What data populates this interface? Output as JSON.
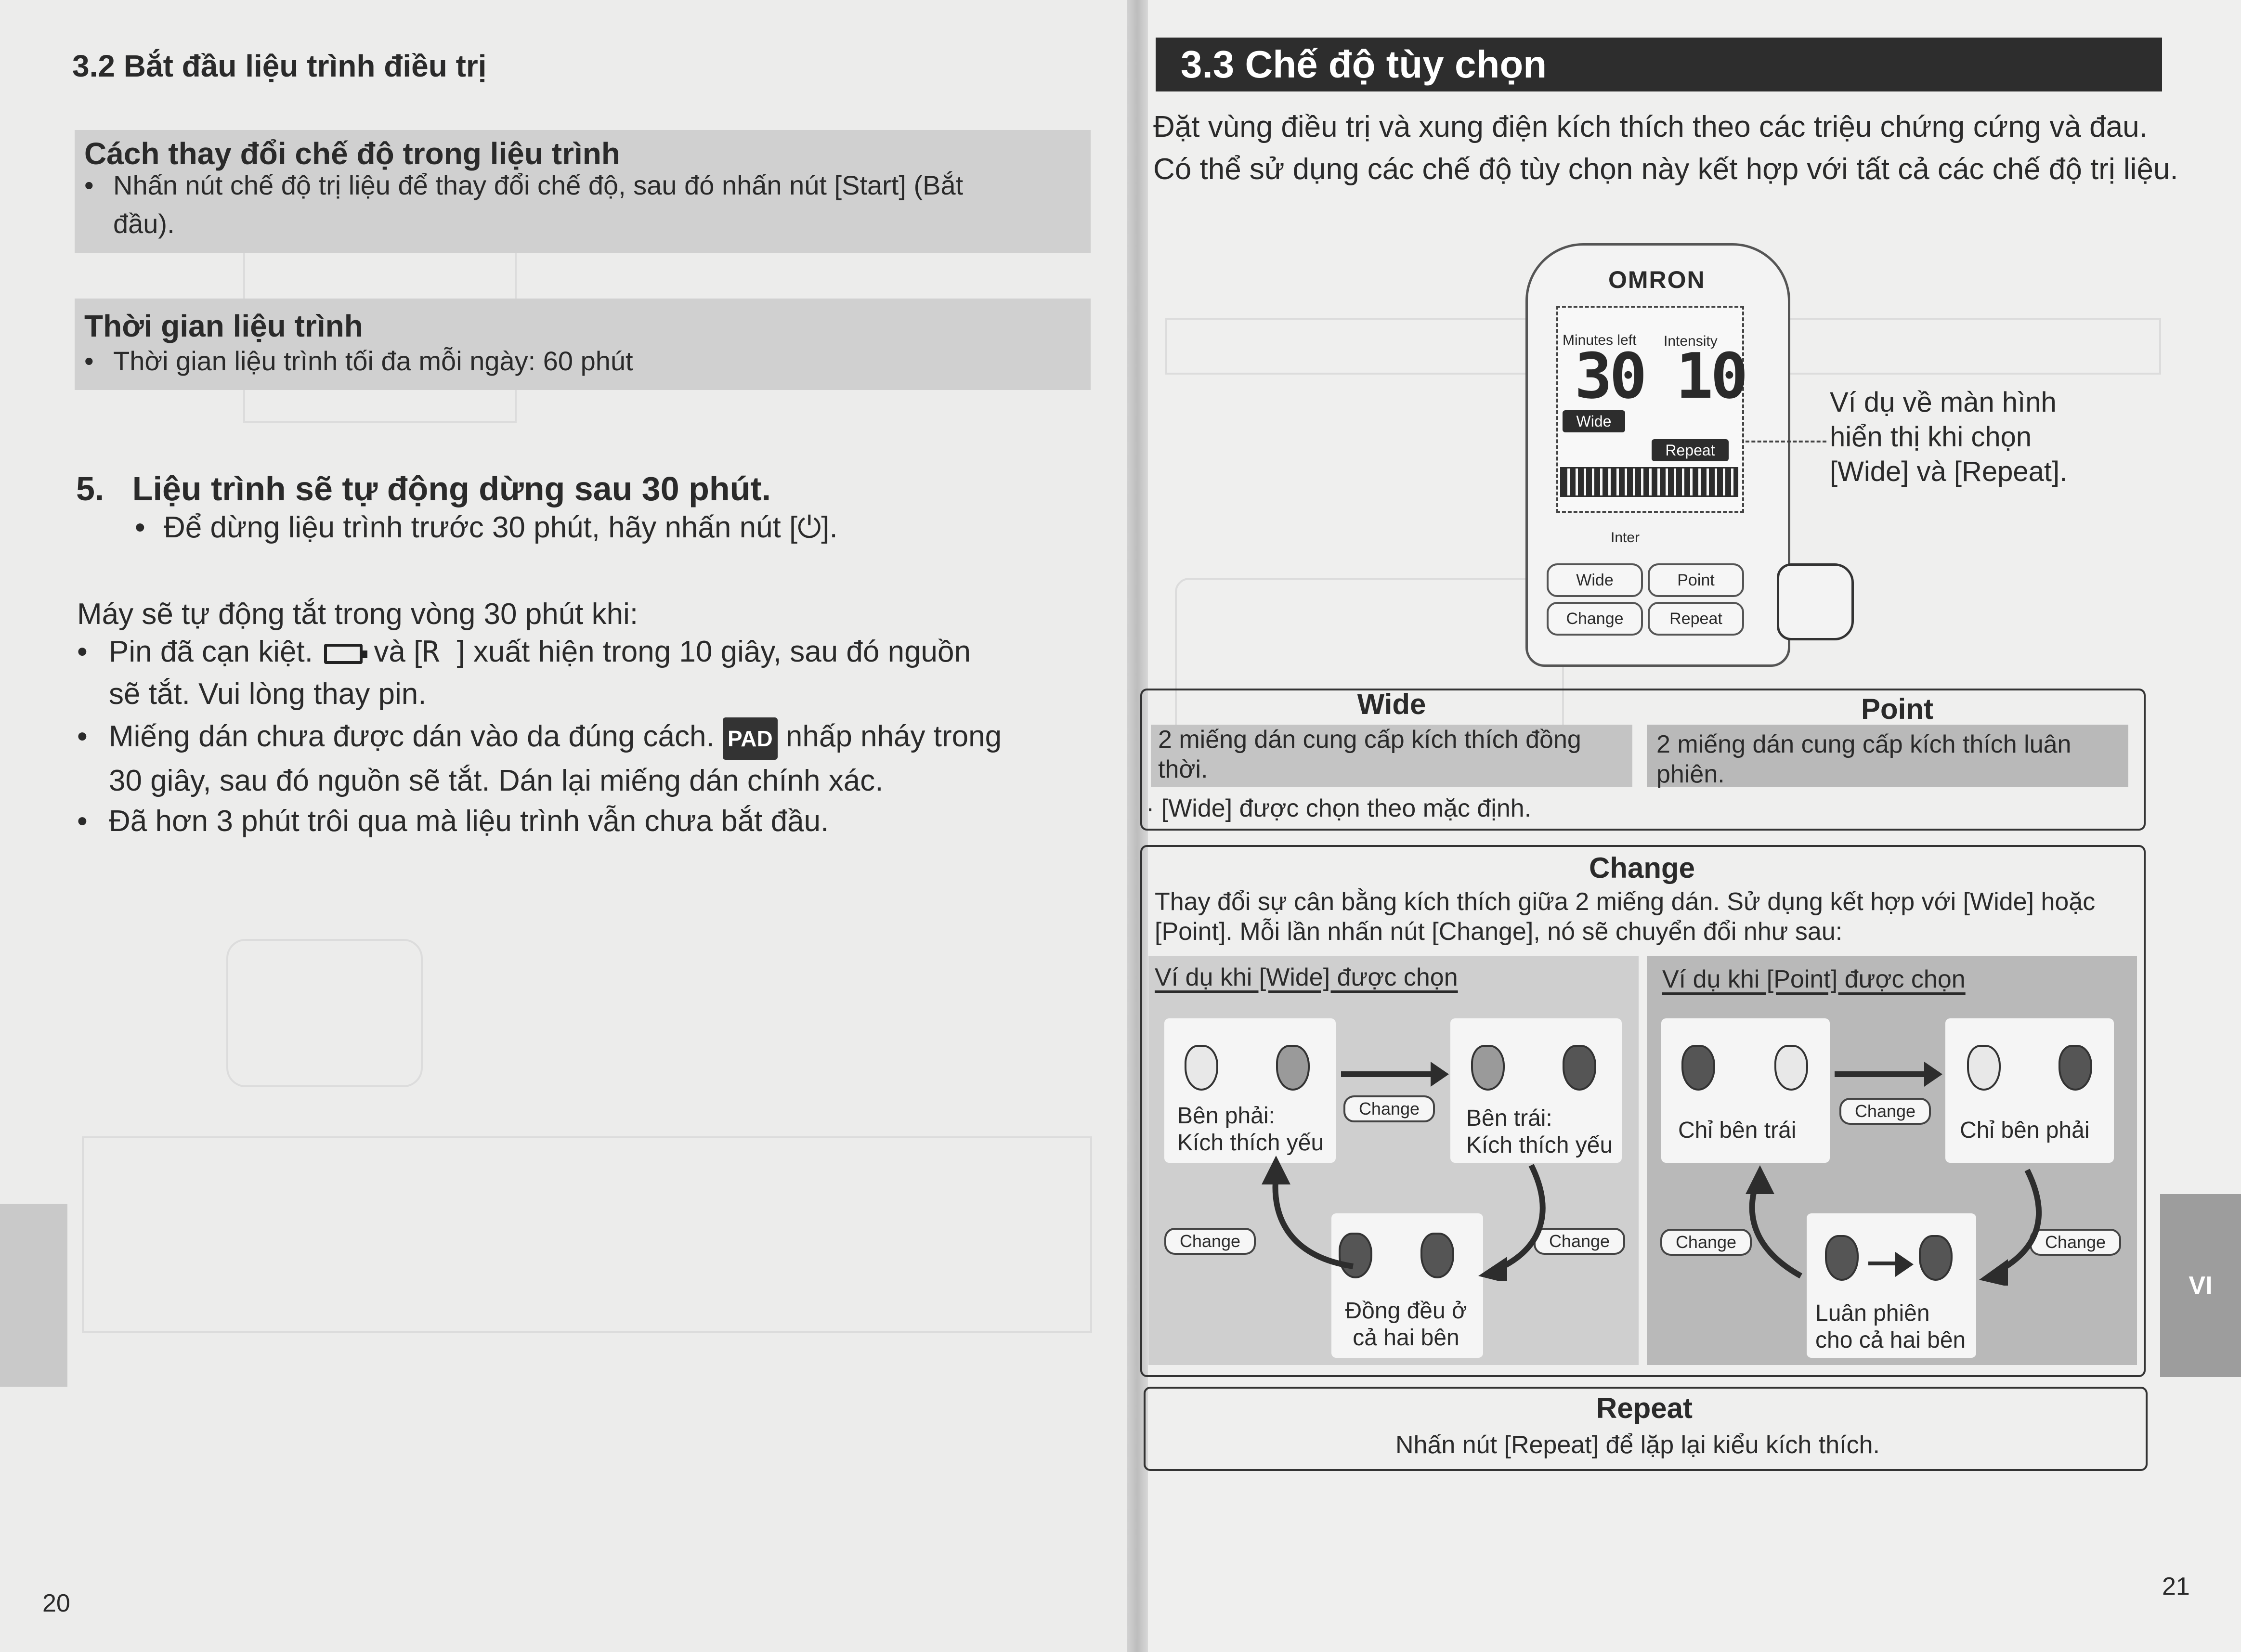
{
  "left": {
    "section_title": "3.2 Bắt đầu liệu trình điều trị",
    "box1": {
      "title": "Cách thay đổi chế độ trong liệu trình",
      "bullet": "Nhấn nút chế độ trị liệu để thay đổi chế độ, sau đó nhấn nút [Start] (Bắt",
      "bullet_cont": "đầu)."
    },
    "box2": {
      "title": "Thời gian liệu trình",
      "bullet": "Thời gian liệu trình tối đa mỗi ngày: 60 phút"
    },
    "step5": {
      "number": "5.",
      "title": "Liệu trình sẽ tự động dừng sau 30 phút.",
      "bullet": "Để dừng liệu trình trước 30 phút, hãy nhấn nút [⏻]."
    },
    "auto_off_intro": "Máy sẽ tự động tắt trong vòng 30 phút khi:",
    "item1": {
      "pre": "Pin đã cạn kiệt.",
      "mid": "và [",
      "lcd": "R   ",
      "post": "] xuất hiện trong 10 giây, sau đó nguồn",
      "cont": "sẽ tắt. Vui lòng thay pin."
    },
    "item2": {
      "pre": "Miếng dán chưa được dán vào da đúng cách.",
      "badge": "PAD",
      "post": "nhấp nháy trong",
      "cont": "30 giây, sau đó nguồn sẽ tắt. Dán lại miếng dán chính xác."
    },
    "item3": "Đã hơn 3 phút trôi qua mà liệu trình vẫn chưa bắt đầu.",
    "page_number": "20"
  },
  "right": {
    "section_title": "3.3 Chế độ tùy chọn",
    "intro": "Đặt vùng điều trị và xung điện kích thích theo các triệu chứng cứng và đau. Có thể sử dụng các chế độ tùy chọn này kết hợp với tất cả các chế độ trị liệu.",
    "device": {
      "brand": "OMRON",
      "minutes_label": "Minutes left",
      "intensity_label": "Intensity",
      "minutes_value": "30",
      "intensity_value": "10",
      "wide_pill": "Wide",
      "repeat_pill": "Repeat",
      "inter_label": "Inter",
      "btn_wide": "Wide",
      "btn_point": "Point",
      "btn_change": "Change",
      "btn_repeat": "Repeat"
    },
    "callout": [
      "Ví dụ về màn hình",
      "hiển thị khi chọn",
      "[Wide] và [Repeat]."
    ],
    "wide": {
      "title": "Wide",
      "text": "2 miếng dán cung cấp kích thích đồng thời.",
      "note": "· [Wide] được chọn theo mặc định."
    },
    "point": {
      "title": "Point",
      "text": "2 miếng dán cung cấp kích thích luân phiên."
    },
    "change": {
      "title": "Change",
      "text": "Thay đổi sự cân bằng kích thích giữa 2 miếng dán. Sử dụng kết hợp với [Wide] hoặc [Point]. Mỗi lần nhấn nút [Change], nó sẽ chuyển đổi như sau:",
      "wide_example": {
        "title": "Ví dụ khi [Wide] được chọn",
        "state1": [
          "Bên phải:",
          "Kích thích yếu"
        ],
        "state2": [
          "Bên trái:",
          "Kích thích yếu"
        ],
        "state3": [
          "Đồng đều ở",
          "cả hai bên"
        ],
        "pill": "Change"
      },
      "point_example": {
        "title": "Ví dụ khi [Point] được chọn",
        "state1": "Chỉ bên trái",
        "state2": "Chỉ bên phải",
        "state3": [
          "Luân phiên",
          "cho cả hai bên"
        ],
        "pill": "Change"
      }
    },
    "repeat": {
      "title": "Repeat",
      "text": "Nhấn nút [Repeat] để lặp lại kiểu kích thích."
    },
    "side_tab": "VI",
    "page_number": "21"
  },
  "colors": {
    "header_bg": "#2d2d2d",
    "box_bg": "#d0d0d0",
    "panel_bg": "#c4c4c4"
  }
}
